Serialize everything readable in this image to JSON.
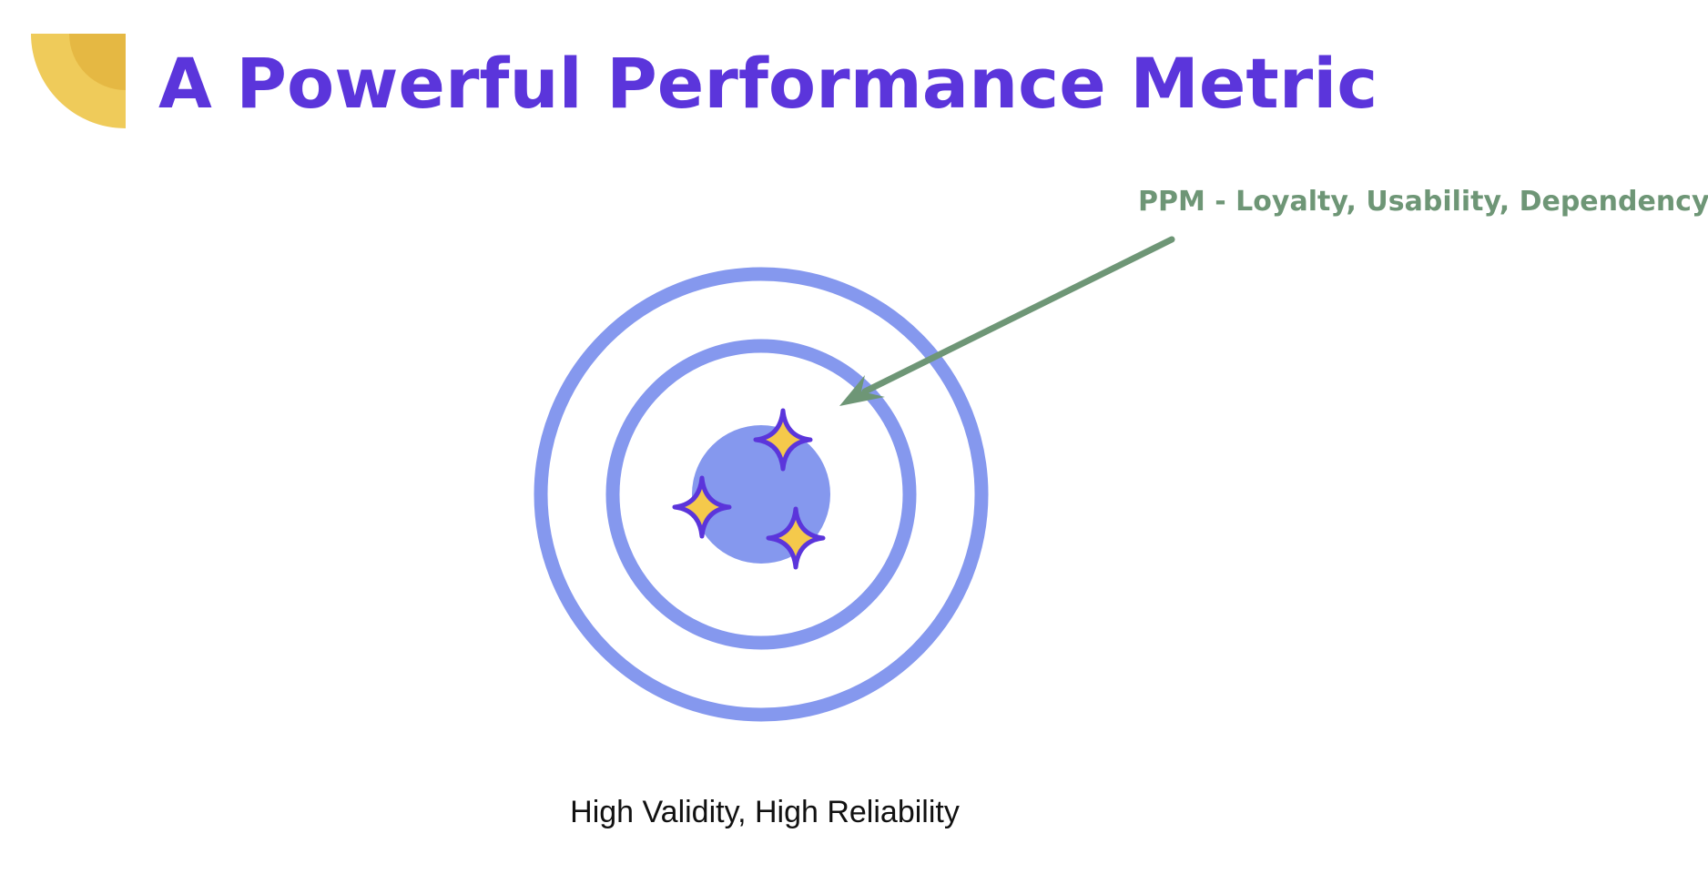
{
  "slide": {
    "title": "A Powerful Performance Metric",
    "annotation": "PPM - Loyalty, Usability, Dependency",
    "caption": "High Validity, High Reliability"
  },
  "icons": {
    "logo": "quarter-circle-logo-icon",
    "hits": [
      "sparkle-star-icon",
      "sparkle-star-icon",
      "sparkle-star-icon"
    ],
    "pointer": "arrow-icon"
  },
  "colors": {
    "title": "#5b35db",
    "annotation": "#6e9676",
    "target": "#8598ee",
    "star_fill": "#f5c94b",
    "star_outline": "#5b35db",
    "logo_light": "#efcb5a",
    "logo_dark": "#e5b843",
    "caption": "#111111"
  }
}
